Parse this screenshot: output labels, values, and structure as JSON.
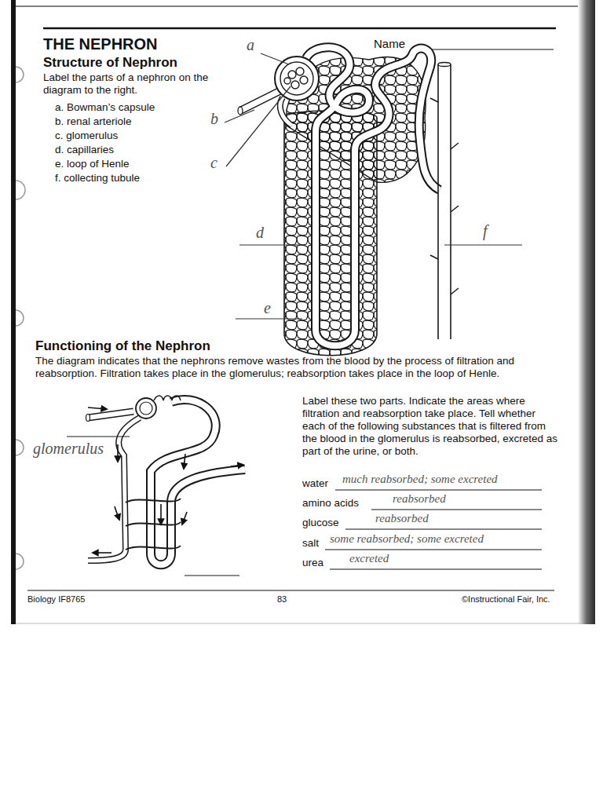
{
  "diagram": {
    "title": "THE NEPHRON",
    "labels": [
      "Name",
      "Structure of Nephron",
      "Label the parts of a nephron on the diagram to the right.",
      "a. Bowman’s capsule",
      "b. renal arteriole",
      "c. glomerulus",
      "d. capillaries",
      "e. loop of Henle",
      "f. collecting tubule",
      "a",
      "b",
      "c",
      "d",
      "e",
      "f",
      "Functioning of the Nephron",
      "The diagram indicates that the nephrons remove wastes from the blood by the process of filtration and reabsorption. Filtration takes place in the glomerulus; reabsorption takes place in the loop of Henle.",
      "glomerulus",
      "Label these two parts. Indicate the areas where filtration and reabsorption take place. Tell whether each of the following substances that is filtered from the blood in the glomerulus is reabsorbed, excreted as part of the urine, or both.",
      "water",
      "much reabsorbed; some excreted",
      "amino acids",
      "reabsorbed",
      "glucose",
      "reabsorbed",
      "salt",
      "some reabsorbed; some excreted",
      "urea",
      "excreted",
      "Biology IF8765",
      "83",
      "©Instructional Fair, Inc."
    ]
  }
}
